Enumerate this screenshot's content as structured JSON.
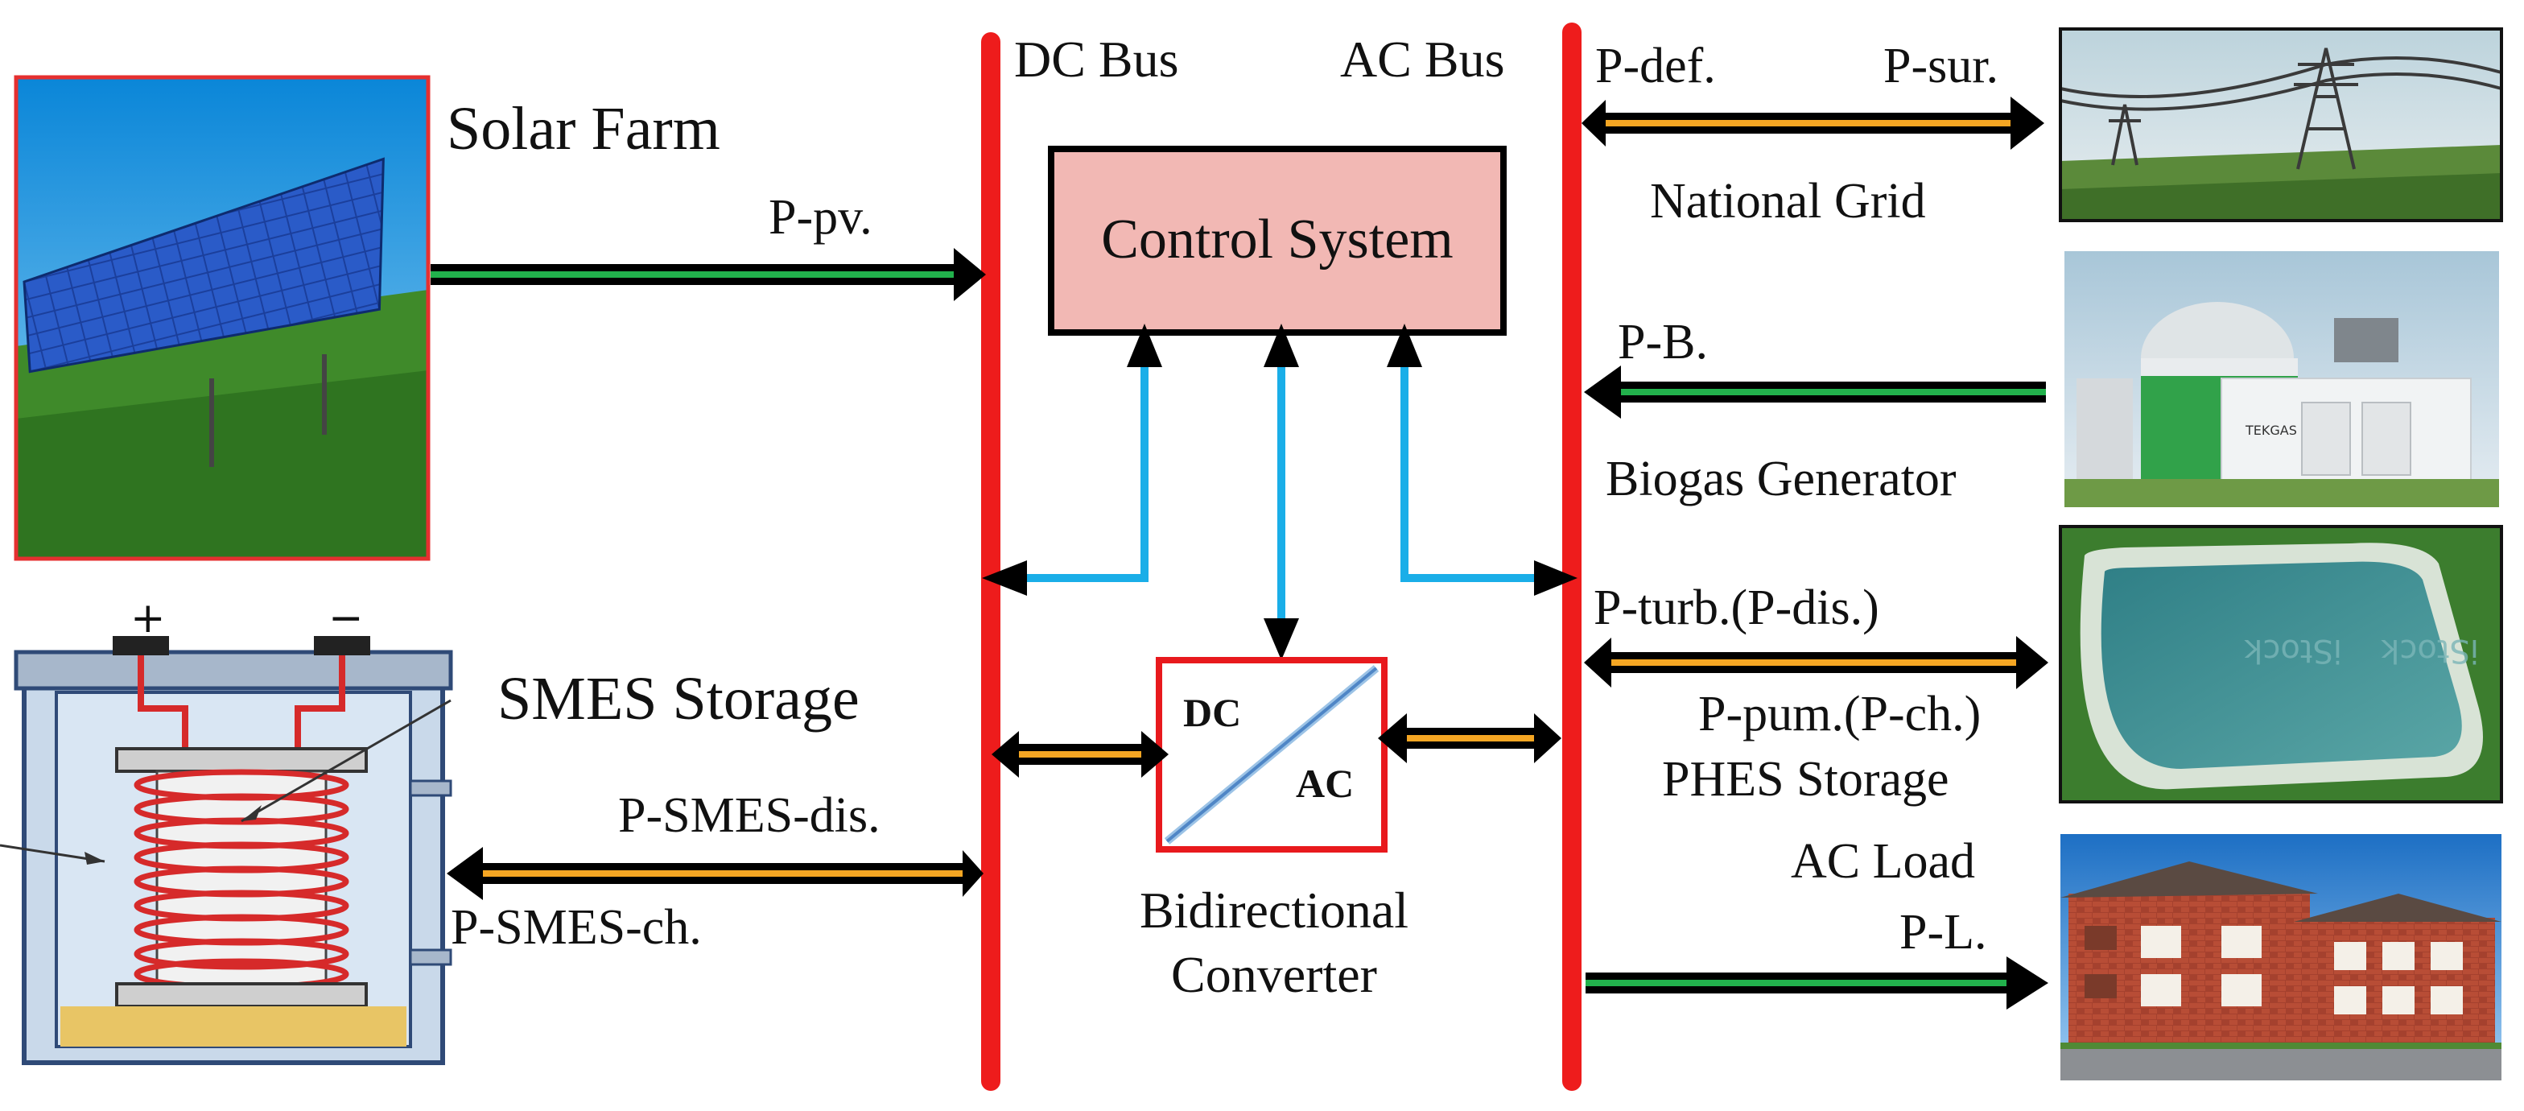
{
  "labels": {
    "solar_farm": "Solar Farm",
    "p_pv": "P-pv.",
    "dc_bus": "DC Bus",
    "ac_bus": "AC Bus",
    "control_system": "Control System",
    "smes_storage": "SMES Storage",
    "p_smes_dis": "P-SMES-dis.",
    "p_smes_ch": "P-SMES-ch.",
    "converter_dc": "DC",
    "converter_ac": "AC",
    "bidirectional": "Bidirectional",
    "converter": "Converter",
    "p_def": "P-def.",
    "p_sur": "P-sur.",
    "national_grid": "National Grid",
    "p_b": "P-B.",
    "biogas_generator": "Biogas Generator",
    "p_turb": "P-turb.(P-dis.)",
    "p_pum": "P-pum.(P-ch.)",
    "phes_storage": "PHES Storage",
    "ac_load": "AC Load",
    "p_l": "P-L.",
    "smes_plus": "+",
    "smes_minus": "−",
    "istock_1": "iStock",
    "istock_2": "iStock",
    "tekgas": "TEKGAS"
  },
  "colors": {
    "bus": "#ee1c1c",
    "control_fill": "#f2b8b4",
    "signal": "#1aaee8",
    "arrow_outline": "#000000",
    "flow_green": "#22b14c",
    "flow_orange": "#f5a623",
    "converter_border": "#e8191d"
  }
}
